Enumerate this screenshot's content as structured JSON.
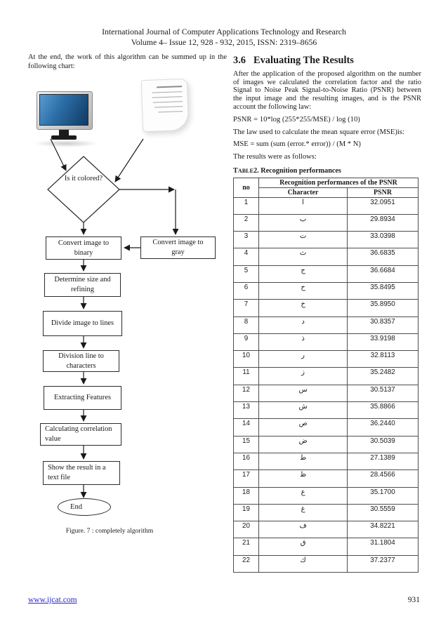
{
  "header": {
    "line1": "International Journal of Computer Applications Technology and Research",
    "line2": "Volume 4– Issue 12, 928 - 932, 2015, ISSN: 2319–8656"
  },
  "left_column": {
    "intro": "At the end, the work of this algorithm can be summed up in the following chart:",
    "flowchart": {
      "decision": "Is it colored?",
      "node_binary": "Convert image to binary",
      "node_gray": "Convert image to gray",
      "node_size": "Determine size and refining",
      "node_lines": "Divide image to lines",
      "node_chars": "Division line to characters",
      "node_features": "Extracting Features",
      "node_corr": "Calculating correlation value",
      "node_show": "Show the result in a text file",
      "end_label": "End",
      "caption": "Figure. 7  : completely algorithm",
      "monitor_icon": "computer-monitor",
      "document_icon": "text-document-page"
    }
  },
  "right_column": {
    "section_number": "3.6",
    "section_title": "Evaluating The Results",
    "paragraph": "After the application of the proposed algorithm on the number of images we calculated the correlation factor and the ratio Signal to Noise Peak Signal-to-Noise Ratio (PSNR) between the input image and the resulting images, and is the PSNR account the following law:",
    "formula_psnr": "PSNR = 10*log (255*255/MSE) / log (10)",
    "mse_intro": "The law used to calculate the mean square error (MSE)is:",
    "formula_mse": "MSE = sum (sum (error.* error)) / (M * N)",
    "results_line": "The results were as follows:",
    "table": {
      "caption_prefix": "T",
      "caption_smallcaps": "ABLE",
      "caption_rest": "2. Recognition performances",
      "col_no": "no",
      "col_group": "Recognition performances of the PSNR",
      "col_char": "Character",
      "col_psnr": "PSNR",
      "rows": [
        {
          "no": "1",
          "char": "ا",
          "psnr": "32.0951"
        },
        {
          "no": "2",
          "char": "ب",
          "psnr": "29.8934"
        },
        {
          "no": "3",
          "char": "ت",
          "psnr": "33.0398"
        },
        {
          "no": "4",
          "char": "ث",
          "psnr": "36.6835"
        },
        {
          "no": "5",
          "char": "ج",
          "psnr": "36.6684"
        },
        {
          "no": "6",
          "char": "ح",
          "psnr": "35.8495"
        },
        {
          "no": "7",
          "char": "خ",
          "psnr": "35.8950"
        },
        {
          "no": "8",
          "char": "د",
          "psnr": "30.8357"
        },
        {
          "no": "9",
          "char": "ذ",
          "psnr": "33.9198"
        },
        {
          "no": "10",
          "char": "ر",
          "psnr": "32.8113"
        },
        {
          "no": "11",
          "char": "ز",
          "psnr": "35.2482"
        },
        {
          "no": "12",
          "char": "س",
          "psnr": "30.5137"
        },
        {
          "no": "13",
          "char": "ش",
          "psnr": "35.8866"
        },
        {
          "no": "14",
          "char": "ص",
          "psnr": "36.2440"
        },
        {
          "no": "15",
          "char": "ض",
          "psnr": "30.5039"
        },
        {
          "no": "16",
          "char": "ط",
          "psnr": "27.1389"
        },
        {
          "no": "17",
          "char": "ظ",
          "psnr": "28.4566"
        },
        {
          "no": "18",
          "char": "ع",
          "psnr": "35.1700"
        },
        {
          "no": "19",
          "char": "غ",
          "psnr": "30.5559"
        },
        {
          "no": "20",
          "char": "ف",
          "psnr": "34.8221"
        },
        {
          "no": "21",
          "char": "ق",
          "psnr": "31.1804"
        },
        {
          "no": "22",
          "char": "ك",
          "psnr": "37.2377"
        }
      ]
    }
  },
  "footer": {
    "link": "www.ijcat.com",
    "page": "931"
  }
}
